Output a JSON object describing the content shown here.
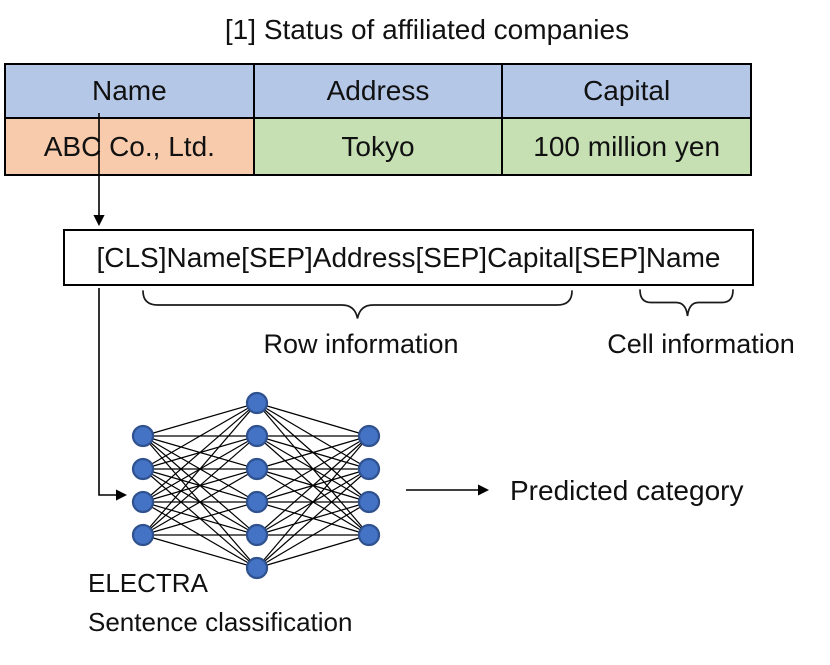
{
  "title": "[1] Status of affiliated companies",
  "table": {
    "headers": [
      "Name",
      "Address",
      "Capital"
    ],
    "row": [
      "ABC Co., Ltd.",
      "Tokyo",
      "100 million yen"
    ],
    "colors": {
      "header_bg": "#B4C7E7",
      "name_cell_bg": "#F8CBAD",
      "value_cell_bg": "#C6E0B4"
    }
  },
  "sequence_box": {
    "text": "[CLS]Name[SEP]Address[SEP]Capital[SEP]Name"
  },
  "annotations": {
    "row_info": "Row information",
    "cell_info": "Cell information"
  },
  "network": {
    "model_label": "ELECTRA",
    "task_label": "Sentence classification",
    "layers": [
      4,
      6,
      4
    ],
    "node_fill": "#4472C4",
    "node_stroke": "#2F528F"
  },
  "output": {
    "label": "Predicted category"
  }
}
